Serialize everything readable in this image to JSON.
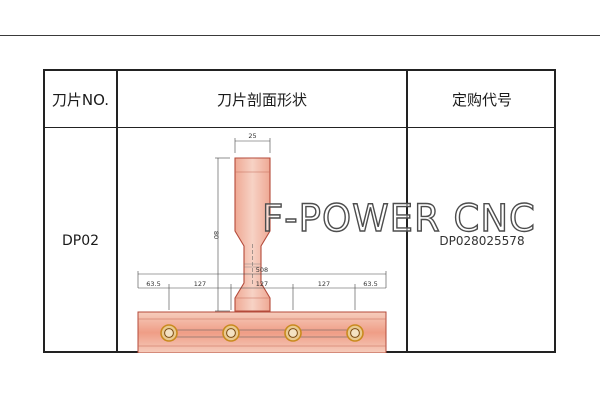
{
  "table": {
    "header": {
      "blade_no": "刀片NO.",
      "profile": "刀片剖面形状",
      "order_code": "定购代号"
    },
    "rows": [
      {
        "blade_no": "DP02",
        "order_code": "DP028025578"
      }
    ]
  },
  "drawing": {
    "section_width": "25",
    "section_height": "80",
    "blade_length": "508",
    "hole_spacing": [
      "63.5",
      "127",
      "127",
      "127",
      "63.5"
    ]
  },
  "watermark": "F-POWER CNC",
  "colors": {
    "border": "#222222",
    "blade_fill": "#f0b7a4",
    "blade_edge": "#b44a3a",
    "hole_ring": "#c98a1e"
  }
}
